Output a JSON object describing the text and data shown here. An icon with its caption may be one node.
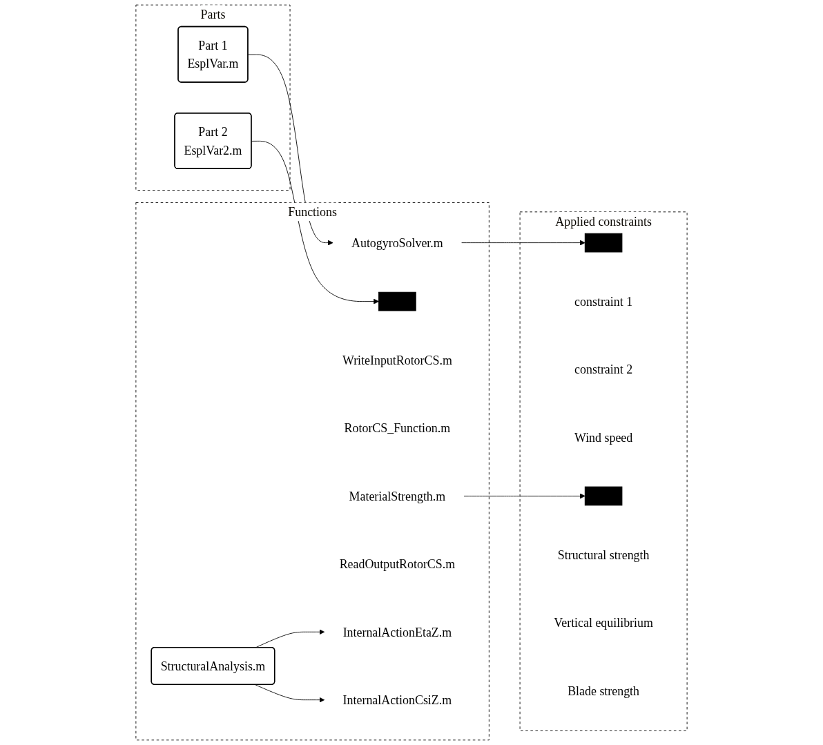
{
  "diagram": {
    "nodes": [
      {
        "text": [
          "Parts"
        ]
      },
      {
        "text": [
          "Part 1",
          "EsplVar.m"
        ],
        "in": 0
      },
      {
        "text": [
          "Part 2",
          "EsplVar2.m"
        ],
        "in": 0
      },
      {
        "text": [
          "Functions"
        ]
      },
      {
        "text": [
          "AutogyroSolver.m"
        ],
        "in": 3
      },
      {
        "text": [],
        "shape": "bar",
        "in": 3
      },
      {
        "text": [
          "WriteInputRotorCS.m"
        ],
        "in": 3
      },
      {
        "text": [
          "RotorCS_Function.m"
        ],
        "in": 3
      },
      {
        "text": [
          "MaterialStrength.m"
        ],
        "in": 3
      },
      {
        "text": [
          "ReadOutputRotorCS.m"
        ],
        "in": 3
      },
      {
        "text": [
          "StructuralAnalysis.m"
        ],
        "in": 3
      },
      {
        "text": [
          "InternalActionEtaZ.m"
        ],
        "in": 3
      },
      {
        "text": [
          "InternalActionCsiZ.m"
        ],
        "in": 3
      },
      {
        "text": [
          "Applied constraints"
        ]
      },
      {
        "text": [],
        "shape": "bar",
        "in": 13
      },
      {
        "text": [
          "constraint 1"
        ],
        "in": 13
      },
      {
        "text": [
          "constraint 2"
        ],
        "in": 13
      },
      {
        "text": [
          "Wind speed"
        ],
        "in": 13
      },
      {
        "text": [],
        "shape": "bar",
        "in": 13
      },
      {
        "text": [
          "Structural strength"
        ],
        "in": 13
      },
      {
        "text": [
          "Vertical equilibrium"
        ],
        "in": 13
      },
      {
        "text": [
          "Blade strength"
        ],
        "in": 13
      }
    ],
    "edges": [
      {
        "from": 1,
        "to": 4,
        "arrow": "to"
      },
      {
        "from": 4,
        "to": 14,
        "arrow": "to"
      },
      {
        "from": 2,
        "to": 5,
        "arrow": "to"
      },
      {
        "from": 8,
        "to": 18,
        "arrow": "to"
      },
      {
        "from": 10,
        "to": 11,
        "arrow": "to"
      },
      {
        "from": 10,
        "to": 12,
        "arrow": "to"
      }
    ]
  }
}
